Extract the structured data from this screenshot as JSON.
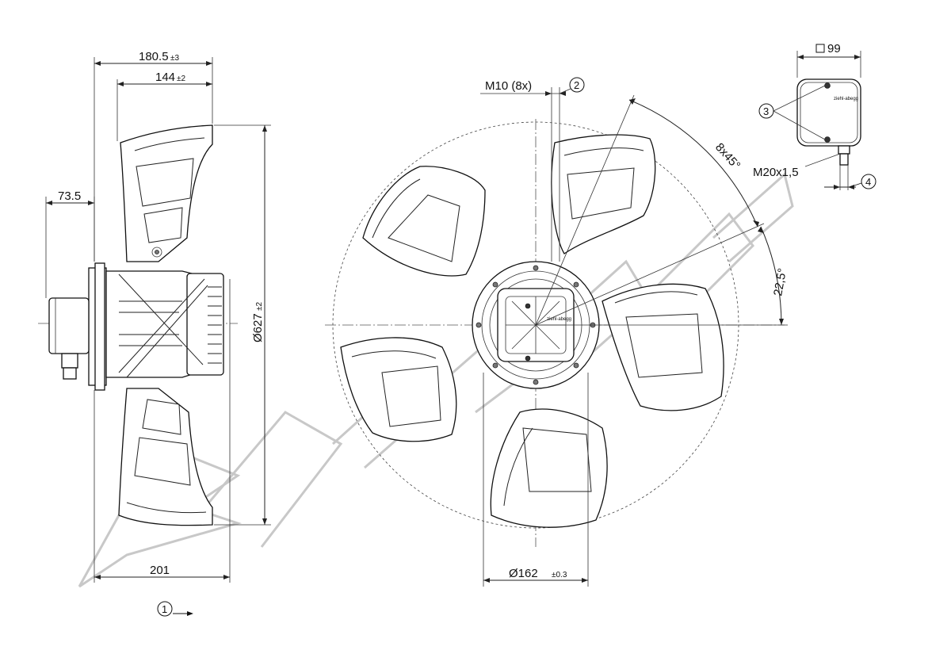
{
  "dimensions": {
    "width_180": "180.5",
    "width_180_tol": "±3",
    "width_144": "144",
    "width_144_tol": "±2",
    "depth_73": "73.5",
    "overall_201": "201",
    "diameter_627": "Ø627",
    "diameter_627_tol": "±2",
    "thread_m10": "M10 (8x)",
    "angle_8x45": "8x45°",
    "angle_22": "22,5°",
    "bolt_circle_162": "Ø162",
    "bolt_circle_162_tol": "±0.3",
    "terminal_99": "99",
    "cable_gland": "M20x1,5"
  },
  "callouts": {
    "c1": "1",
    "c2": "2",
    "c3": "3",
    "c4": "4"
  },
  "brand_mark": "ziehl-abegg",
  "icons": {
    "airflow": "arrow-right-icon",
    "square": "square-symbol-icon"
  }
}
